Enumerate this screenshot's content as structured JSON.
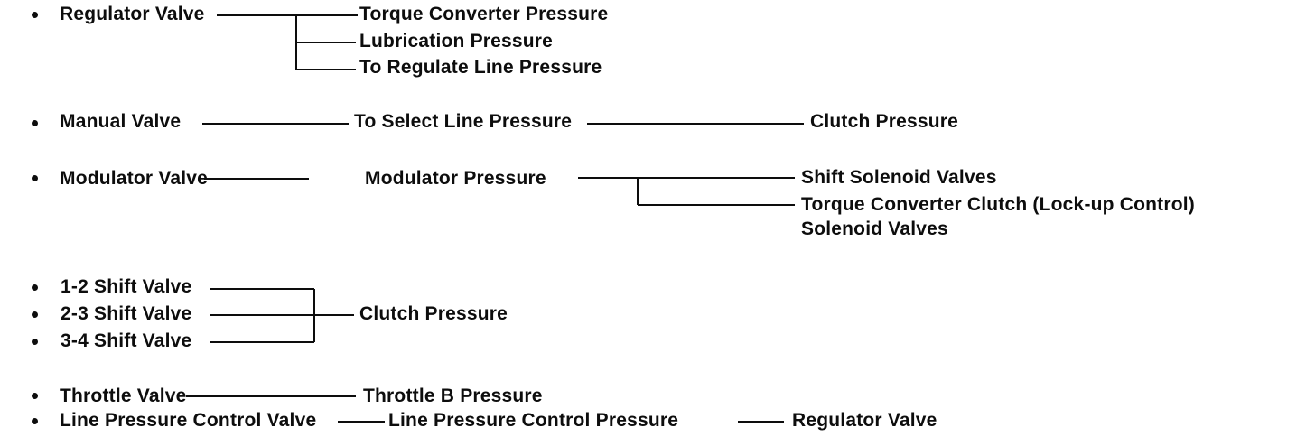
{
  "diagram": {
    "description": "Hydraulic valve to pressure mapping diagram (automatic transmission valve body)",
    "colors": {
      "ink": "#0d0d0d",
      "background": "#ffffff"
    },
    "groups": [
      {
        "valve": "Regulator Valve",
        "outputs": [
          "Torque Converter Pressure",
          "Lubrication Pressure",
          "To Regulate Line Pressure"
        ]
      },
      {
        "valve": "Manual Valve",
        "pressure": "To Select Line Pressure",
        "destination": "Clutch Pressure"
      },
      {
        "valve": "Modulator Valve",
        "pressure": "Modulator Pressure",
        "destinations": [
          "Shift Solenoid Valves",
          "Torque Converter Clutch (Lock-up Control)",
          "Solenoid Valves"
        ]
      },
      {
        "valves": [
          "1-2 Shift Valve",
          "2-3 Shift Valve",
          "3-4 Shift Valve"
        ],
        "pressure": "Clutch Pressure"
      },
      {
        "valve": "Throttle Valve",
        "pressure": "Throttle B Pressure"
      },
      {
        "valve": "Line Pressure Control Valve",
        "pressure": "Line Pressure Control Pressure",
        "destination": "Regulator Valve"
      }
    ]
  }
}
